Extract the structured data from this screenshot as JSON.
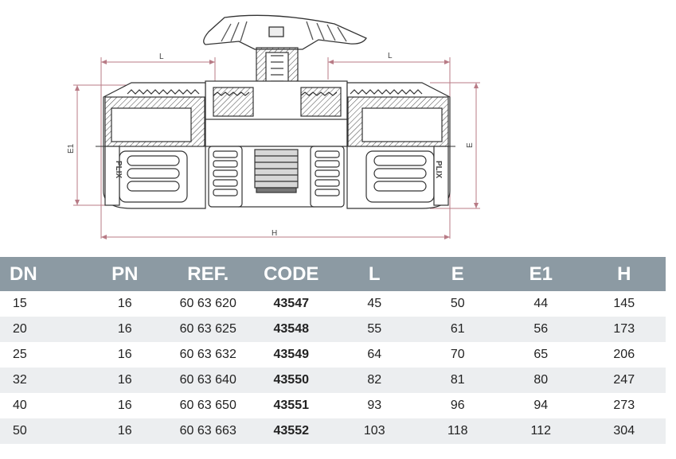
{
  "drawing": {
    "dim_L_left": "L",
    "dim_L_right": "L",
    "dim_H": "H",
    "dim_E": "E",
    "dim_E1": "E1",
    "brand_left": "PLIX",
    "brand_right": "PLIX"
  },
  "table": {
    "headers": [
      "DN",
      "PN",
      "REF.",
      "CODE",
      "L",
      "E",
      "E1",
      "H"
    ],
    "rows": [
      [
        "15",
        "16",
        "60 63 620",
        "43547",
        "45",
        "50",
        "44",
        "145"
      ],
      [
        "20",
        "16",
        "60 63 625",
        "43548",
        "55",
        "61",
        "56",
        "173"
      ],
      [
        "25",
        "16",
        "60 63 632",
        "43549",
        "64",
        "70",
        "65",
        "206"
      ],
      [
        "32",
        "16",
        "60 63 640",
        "43550",
        "82",
        "81",
        "80",
        "247"
      ],
      [
        "40",
        "16",
        "60 63 650",
        "43551",
        "93",
        "96",
        "94",
        "273"
      ],
      [
        "50",
        "16",
        "60 63 663",
        "43552",
        "103",
        "118",
        "112",
        "304"
      ]
    ]
  }
}
